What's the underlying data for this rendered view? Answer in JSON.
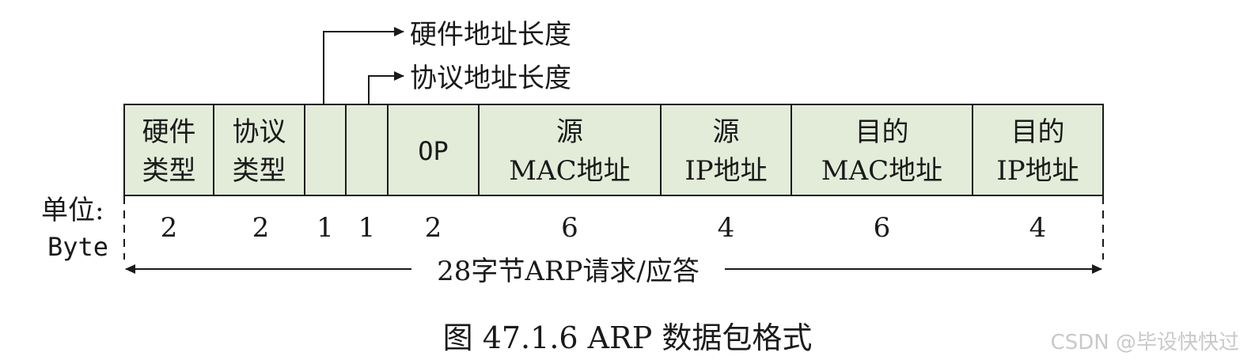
{
  "annotations": {
    "hw_len": "硬件地址长度",
    "proto_len": "协议地址长度"
  },
  "fields": [
    {
      "line1": "硬件",
      "line2": "类型",
      "bytes": "2"
    },
    {
      "line1": "协议",
      "line2": "类型",
      "bytes": "2"
    },
    {
      "line1": "",
      "line2": "",
      "bytes": "1"
    },
    {
      "line1": "",
      "line2": "",
      "bytes": "1"
    },
    {
      "line1": "OP",
      "line2": "",
      "bytes": "2"
    },
    {
      "line1": "源",
      "line2": "MAC地址",
      "bytes": "6"
    },
    {
      "line1": "源",
      "line2": "IP地址",
      "bytes": "4"
    },
    {
      "line1": "目的",
      "line2": "MAC地址",
      "bytes": "6"
    },
    {
      "line1": "目的",
      "line2": "IP地址",
      "bytes": "4"
    }
  ],
  "unit_label": {
    "line1": "单位:",
    "line2": "Byte"
  },
  "span_label": "28字节ARP请求/应答",
  "caption": "图 47.1.6 ARP 数据包格式",
  "watermark": "CSDN @毕设快快过",
  "colors": {
    "cell_fill": "#e3ecd9",
    "stroke": "#1a1a1a"
  }
}
